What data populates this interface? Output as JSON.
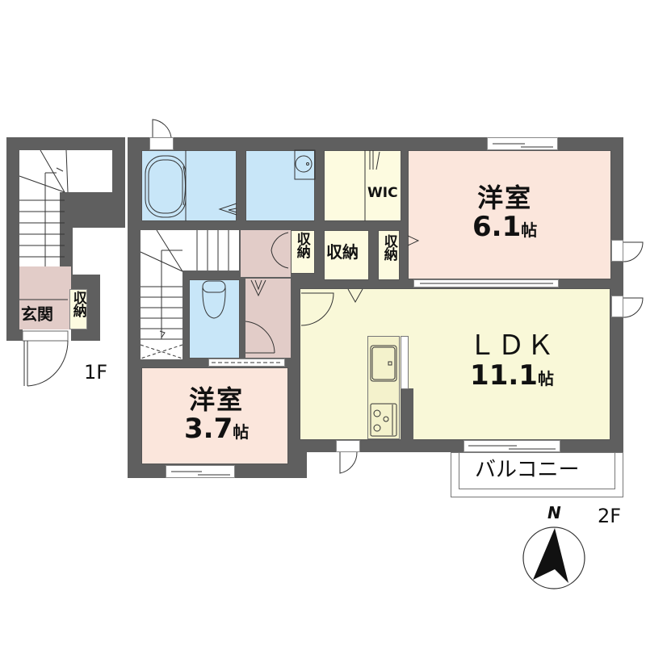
{
  "floor_1": {
    "label": "1F",
    "rooms": {
      "entrance": "玄関",
      "storage": "収納"
    }
  },
  "floor_2": {
    "label": "2F",
    "rooms": {
      "western_room_large": {
        "name": "洋室",
        "size": "6.1",
        "unit": "帖"
      },
      "western_room_small": {
        "name": "洋室",
        "size": "3.7",
        "unit": "帖"
      },
      "ldk": {
        "name": "ＬＤＫ",
        "size": "11.1",
        "unit": "帖"
      },
      "wic": "WIC",
      "storage_center": "収納",
      "storage_narrow_right": "収納",
      "storage_narrow_left": "収納",
      "balcony": "バルコニー"
    }
  },
  "compass": {
    "label": "N"
  },
  "colors": {
    "wall": "#5f5f5f",
    "western_room": "#fbe6dc",
    "wet_area": "#c8e6f8",
    "storage": "#fdfbe0",
    "hallway": "#e2ccc8",
    "ldk": "#f9f8d8"
  }
}
